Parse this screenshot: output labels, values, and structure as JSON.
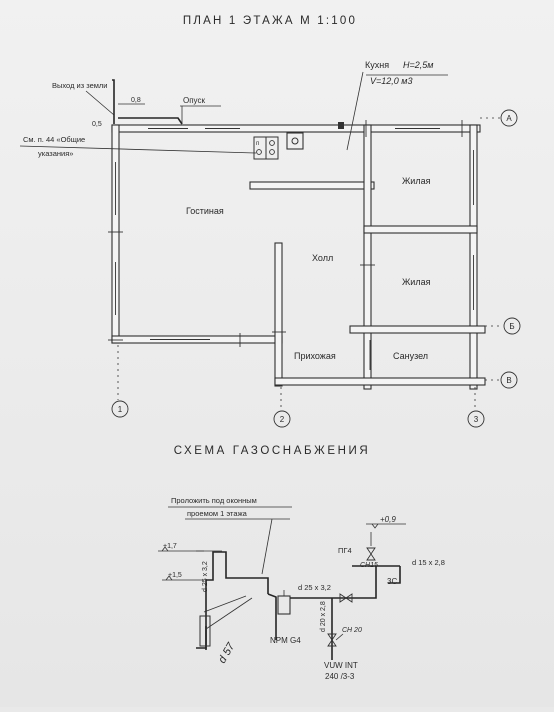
{
  "plan": {
    "title": "ПЛАН 1 ЭТАЖА М 1:100",
    "rooms": {
      "living": "Гостиная",
      "hall": "Холл",
      "bedroom1": "Жилая",
      "bedroom2": "Жилая",
      "entry": "Прихожая",
      "bathroom": "Санузел"
    },
    "kitchen": {
      "label": "Кухня",
      "height": "H=2,5м",
      "volume": "V=12,0 м3"
    },
    "annotations": {
      "ground_exit": "Выход из земли",
      "dim_08": "0,8",
      "dim_05": "0,5",
      "descent": "Опуск",
      "note_line1": "См. п. 44 «Общие",
      "note_line2": "указания»"
    },
    "axes": {
      "a1": "1",
      "a2": "2",
      "a3": "3",
      "aA": "А",
      "aB": "Б",
      "aV": "В"
    }
  },
  "schema": {
    "title": "СХЕМА ГАЗОСНАБЖЕНИЯ",
    "labels": {
      "lay_line1": "Проложить под оконным",
      "lay_line2": "проемом 1 этажа",
      "elev_17": "+1,7",
      "elev_15": "+1,5",
      "pipe_25": "d 25 x 3,2",
      "pipe_57": "d 57",
      "stove": "ПГ4",
      "stove_valve": "СН15",
      "elev_09": "+0,9",
      "pipe_15": "d 15 x 2,8",
      "zc": "3С",
      "pipe_25b": "d 25 x 3,2",
      "pipe_20": "d 20 x 2,8",
      "valve_20": "СН 20",
      "meter": "NPM G4",
      "boiler_line1": "VUW INT",
      "boiler_line2": "240 /3-3"
    }
  }
}
